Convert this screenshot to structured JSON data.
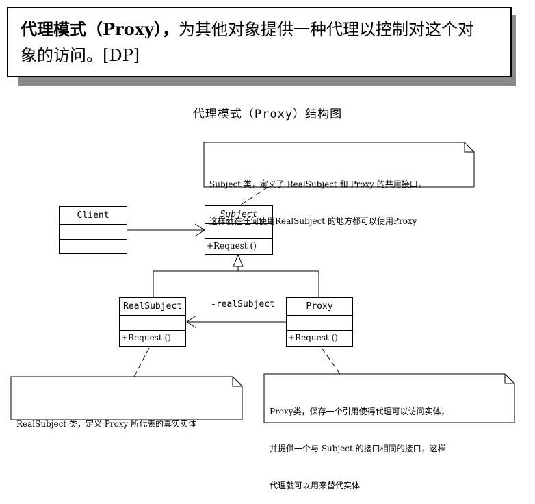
{
  "definition": {
    "term": "代理模式（Proxy），",
    "line1_rest": "为其他对象提供一种代理以控制对这个对",
    "line2": "象的访问。[DP]"
  },
  "diagram_title": "代理模式（Proxy）结构图",
  "classes": {
    "client": {
      "name": "Client",
      "operation": ""
    },
    "subject": {
      "name": "Subject",
      "operation": "+Request ()"
    },
    "real_subject": {
      "name": "RealSubject",
      "operation": "+Request ()"
    },
    "proxy": {
      "name": "Proxy",
      "operation": "+Request ()"
    }
  },
  "association_label": "-realSubject",
  "notes": {
    "subject_note": {
      "line1": "Subject 类，定义了 RealSubject 和 Proxy 的共用接口，",
      "line2": "这样就在任何使用RealSubject 的地方都可以使用Proxy"
    },
    "real_subject_note": {
      "line1": "RealSubject 类，定义 Proxy 所代表的真实实体"
    },
    "proxy_note": {
      "line1": "Proxy类，保存一个引用使得代理可以访问实体，",
      "line2": "并提供一个与 Subject 的接口相同的接口，这样",
      "line3": "代理就可以用来替代实体"
    }
  },
  "colors": {
    "shadow": "#8a8a8a",
    "line": "#000000"
  }
}
